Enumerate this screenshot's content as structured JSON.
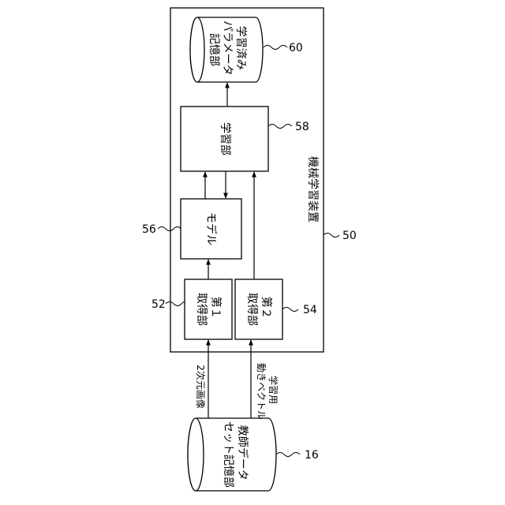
{
  "device": {
    "label": "機械学習装置",
    "ref": "50"
  },
  "param_store": {
    "lines": [
      "学習済み",
      "パラメータ",
      "記憶部"
    ],
    "ref": "60"
  },
  "learning_unit": {
    "label": "学習部",
    "ref": "58"
  },
  "model": {
    "label": "モデル",
    "ref": "56"
  },
  "first_acquirer": {
    "lines": [
      "第１",
      "取得部"
    ],
    "ref": "52"
  },
  "second_acquirer": {
    "lines": [
      "第２",
      "取得部"
    ],
    "ref": "54"
  },
  "teacher_store": {
    "lines": [
      "教師データ",
      "セット記憶部"
    ],
    "ref": "16"
  },
  "edge_labels": {
    "image_2d": "2次元画像",
    "motion_vector": [
      "学習用",
      "動きベクトル"
    ]
  }
}
